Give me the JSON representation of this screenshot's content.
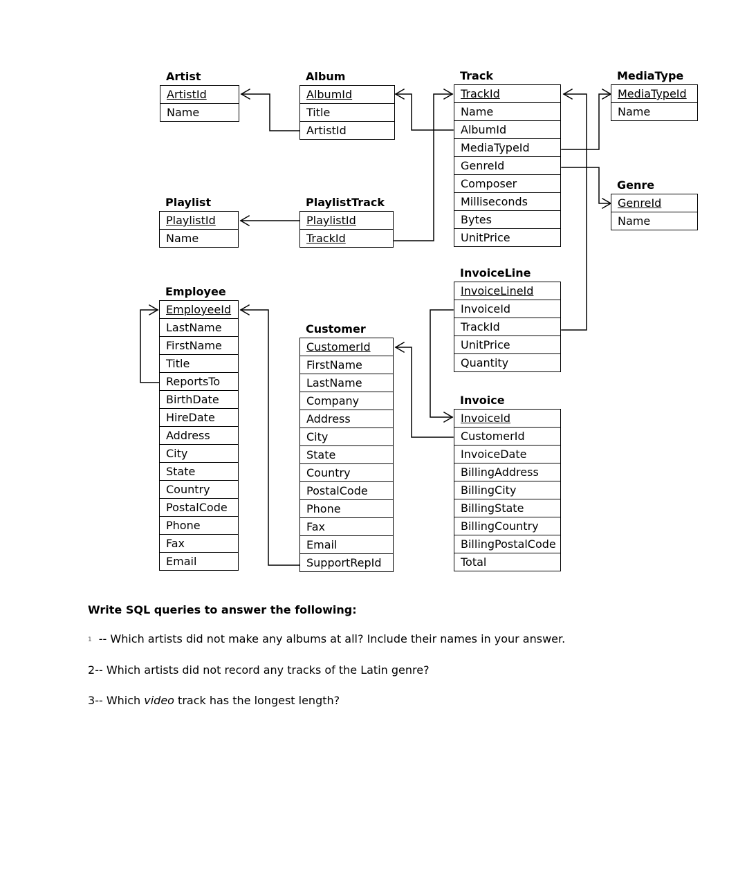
{
  "entities": {
    "artist": {
      "title": "Artist",
      "fields": [
        "ArtistId",
        "Name"
      ]
    },
    "album": {
      "title": "Album",
      "fields": [
        "AlbumId",
        "Title",
        "ArtistId"
      ]
    },
    "track": {
      "title": "Track",
      "fields": [
        "TrackId",
        "Name",
        "AlbumId",
        "MediaTypeId",
        "GenreId",
        "Composer",
        "Milliseconds",
        "Bytes",
        "UnitPrice"
      ]
    },
    "mediatype": {
      "title": "MediaType",
      "fields": [
        "MediaTypeId",
        "Name"
      ]
    },
    "genre": {
      "title": "Genre",
      "fields": [
        "GenreId",
        "Name"
      ]
    },
    "playlist": {
      "title": "Playlist",
      "fields": [
        "PlaylistId",
        "Name"
      ]
    },
    "playlisttrack": {
      "title": "PlaylistTrack",
      "fields": [
        "PlaylistId",
        "TrackId"
      ]
    },
    "invoiceline": {
      "title": "InvoiceLine",
      "fields": [
        "InvoiceLineId",
        "InvoiceId",
        "TrackId",
        "UnitPrice",
        "Quantity"
      ]
    },
    "employee": {
      "title": "Employee",
      "fields": [
        "EmployeeId",
        "LastName",
        "FirstName",
        "Title",
        "ReportsTo",
        "BirthDate",
        "HireDate",
        "Address",
        "City",
        "State",
        "Country",
        "PostalCode",
        "Phone",
        "Fax",
        "Email"
      ]
    },
    "customer": {
      "title": "Customer",
      "fields": [
        "CustomerId",
        "FirstName",
        "LastName",
        "Company",
        "Address",
        "City",
        "State",
        "Country",
        "PostalCode",
        "Phone",
        "Fax",
        "Email",
        "SupportRepId"
      ]
    },
    "invoice": {
      "title": "Invoice",
      "fields": [
        "InvoiceId",
        "CustomerId",
        "InvoiceDate",
        "BillingAddress",
        "BillingCity",
        "BillingState",
        "BillingCountry",
        "BillingPostalCode",
        "Total"
      ]
    }
  },
  "questions": {
    "heading": "Write SQL queries to answer the following:",
    "items": [
      {
        "num": "1",
        "sep": "-- ",
        "before": "Which artists did not make any albums at all? Include their names in your answer.",
        "em": "",
        "after": ""
      },
      {
        "num": "2",
        "sep": "-- ",
        "before": "Which artists did not record any tracks of the Latin genre?",
        "em": "",
        "after": ""
      },
      {
        "num": "3",
        "sep": "-- ",
        "before": "Which ",
        "em": "video",
        "after": " track has the longest length?"
      }
    ]
  }
}
